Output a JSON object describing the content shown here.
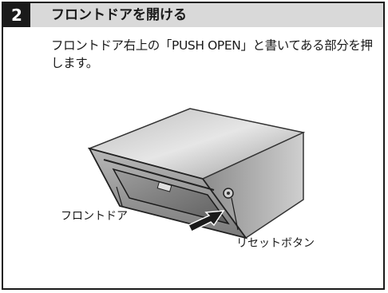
{
  "step": {
    "number": "2",
    "title": "フロントドアを開ける",
    "description": "フロントドア右上の「PUSH OPEN」と書いてある部分を押します。"
  },
  "illustration": {
    "callouts": {
      "front_door": "フロントドア",
      "reset_button": "リセットボタン"
    }
  },
  "colors": {
    "border": "#1a1a1a",
    "header_band": "#d9d9d9",
    "badge": "#1a1a1a"
  }
}
